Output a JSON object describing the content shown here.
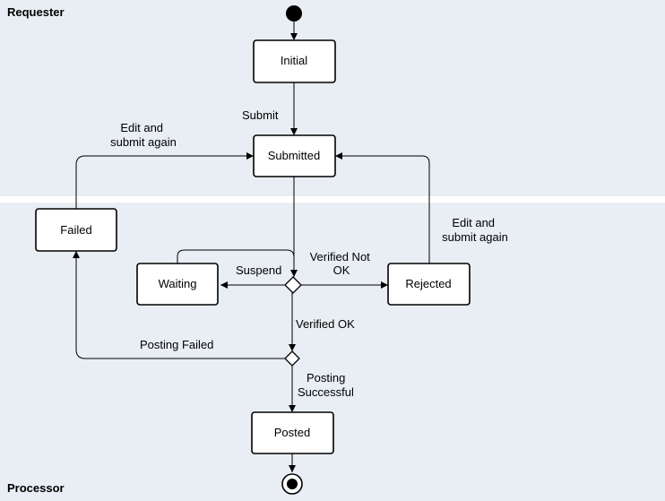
{
  "colors": {
    "lane_fill": "#e8eef3",
    "lane_gap": "#ffffff",
    "stroke": "#000000",
    "state_fill": "#ffffff"
  },
  "lanes": {
    "requester": "Requester",
    "processor": "Processor"
  },
  "states": {
    "initial": "Initial",
    "submitted": "Submitted",
    "failed": "Failed",
    "waiting": "Waiting",
    "rejected": "Rejected",
    "posted": "Posted"
  },
  "transitions": {
    "submit": "Submit",
    "edit_again_left": [
      "Edit and",
      "submit again"
    ],
    "edit_again_right": [
      "Edit and",
      "submit again"
    ],
    "suspend": "Suspend",
    "verified_not_ok": [
      "Verified Not",
      "OK"
    ],
    "verified_ok": "Verified OK",
    "posting_failed": "Posting Failed",
    "posting_successful": [
      "Posting",
      "Successful"
    ]
  }
}
